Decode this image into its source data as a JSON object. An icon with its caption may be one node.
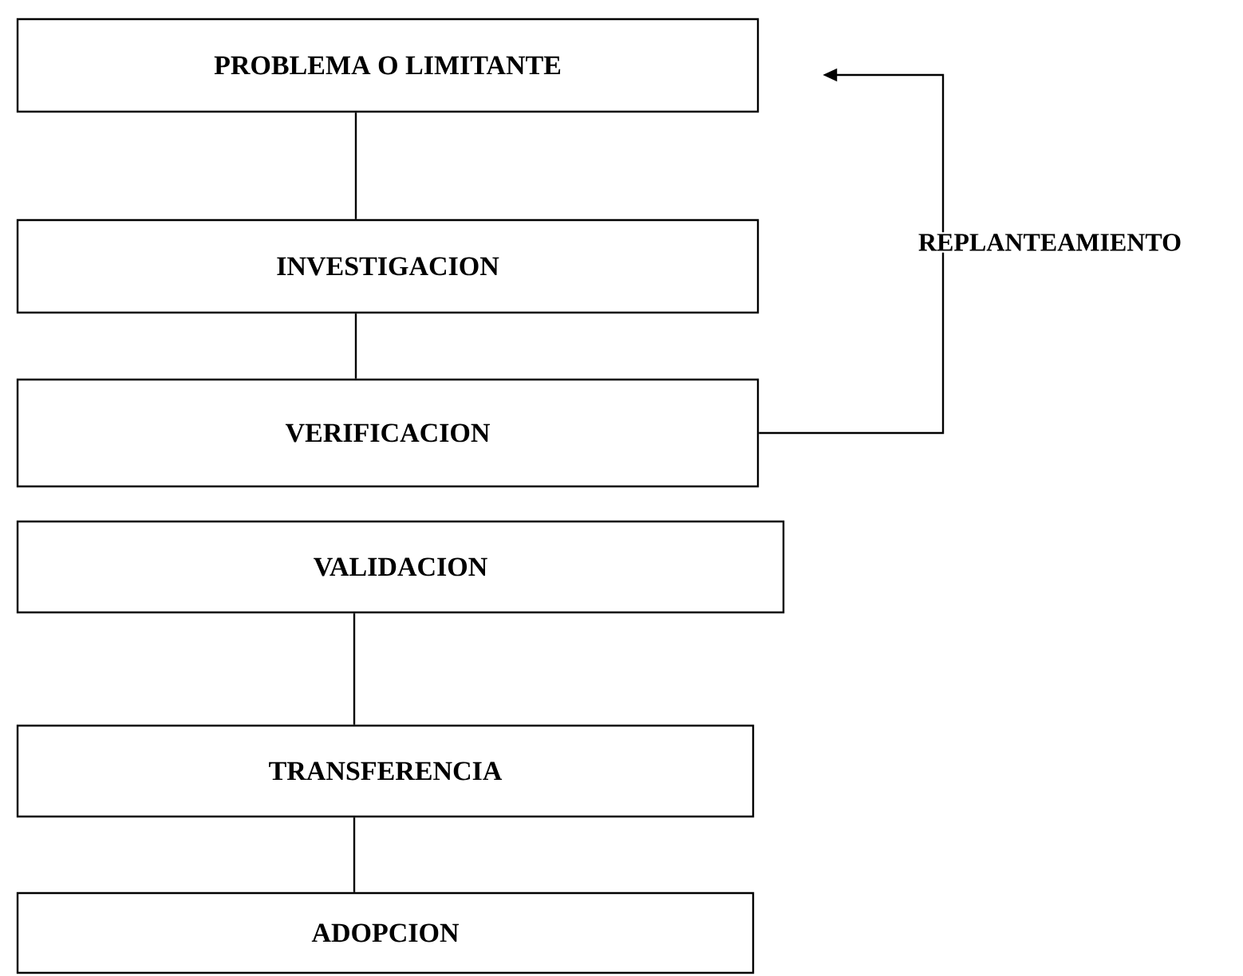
{
  "diagram": {
    "nodes": [
      {
        "text": [
          "PROBLEMA O LIMITANTE"
        ]
      },
      {
        "text": [
          "INVESTIGACION"
        ]
      },
      {
        "text": [
          "VERIFICACION"
        ]
      },
      {
        "text": [
          "VALIDACION"
        ]
      },
      {
        "text": [
          "TRANSFERENCIA"
        ]
      },
      {
        "text": [
          "ADOPCION"
        ]
      }
    ],
    "edges": [
      {
        "from": 0,
        "to": 1,
        "arrow": "none"
      },
      {
        "from": 1,
        "to": 2,
        "arrow": "none"
      },
      {
        "from": 2,
        "to": 0,
        "arrow": "to",
        "label": "REPLANTEAMIENTO"
      },
      {
        "from": 3,
        "to": 4,
        "arrow": "none"
      },
      {
        "from": 4,
        "to": 5,
        "arrow": "none"
      }
    ]
  }
}
